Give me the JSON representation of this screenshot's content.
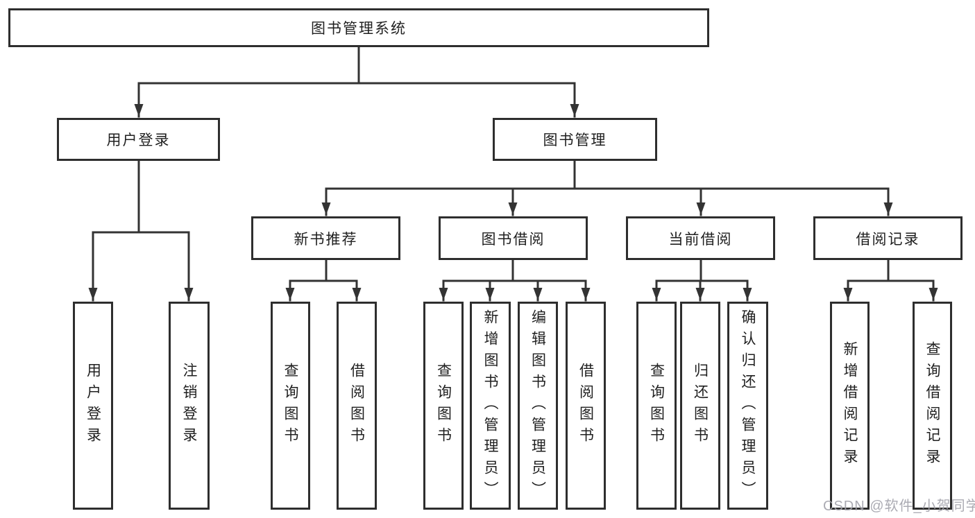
{
  "diagram": {
    "root": {
      "label": "图书管理系统"
    },
    "level2": {
      "user_login": {
        "label": "用户登录"
      },
      "book_management": {
        "label": "图书管理"
      }
    },
    "level3": {
      "new_book_recommend": {
        "label": "新书推荐"
      },
      "book_borrow": {
        "label": "图书借阅"
      },
      "current_borrow": {
        "label": "当前借阅"
      },
      "borrow_record": {
        "label": "借阅记录"
      }
    },
    "leaves": {
      "login": [
        "用户登录",
        "注销登录"
      ],
      "newbook": [
        "查询图书",
        "借阅图书"
      ],
      "borrow": [
        "查询图书",
        "新增图书（管理员）",
        "编辑图书（管理员）",
        "借阅图书"
      ],
      "current": [
        "查询图书",
        "归还图书",
        "确认归还（管理员）"
      ],
      "record": [
        "新增借阅记录",
        "查询借阅记录"
      ]
    }
  },
  "watermark": "CSDN @软件_小贺同学",
  "colors": {
    "line": "#333333",
    "box_border": "#2e2e2e",
    "text": "#1f1f1f",
    "watermark": "#a3a3ab",
    "background": "#ffffff"
  }
}
